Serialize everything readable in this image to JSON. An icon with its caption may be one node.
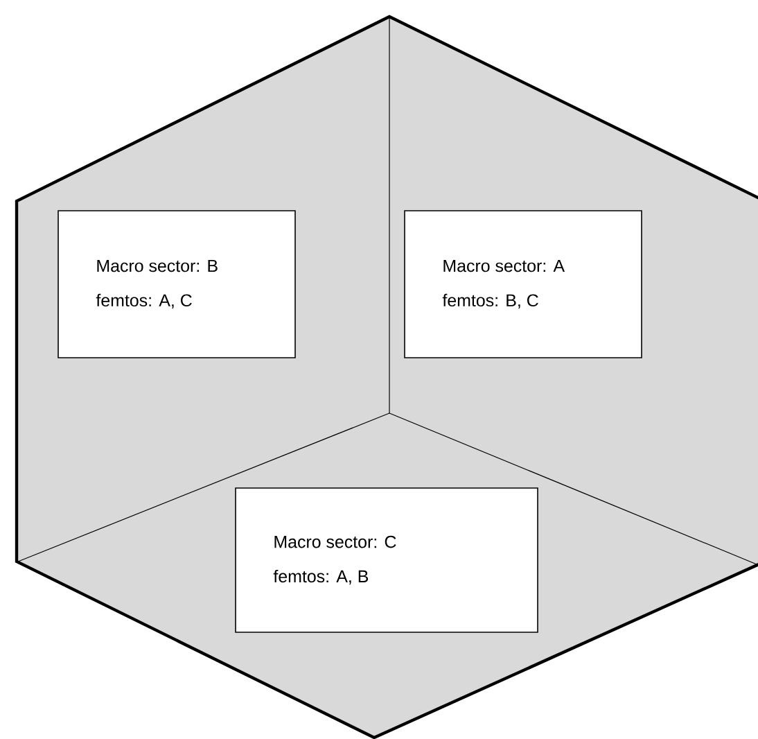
{
  "diagram": {
    "nodes": [
      {
        "text": [
          "Macro sector: B",
          "femtos: A, C"
        ]
      },
      {
        "text": [
          "Macro sector: A",
          "femtos: B, C"
        ]
      },
      {
        "text": [
          "Macro sector: C",
          "femtos: A, B"
        ]
      }
    ]
  }
}
